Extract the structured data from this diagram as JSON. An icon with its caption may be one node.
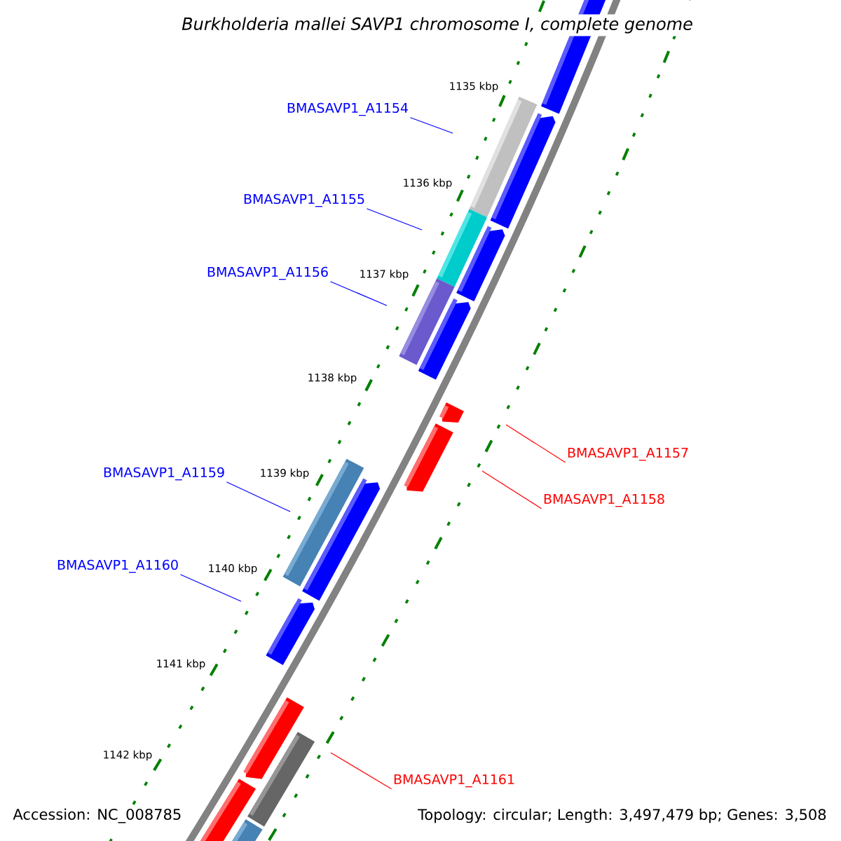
{
  "diagram": {
    "title": "Burkholderia mallei SAVP1 chromosome I, complete genome",
    "nodes": [
      {
        "text": [
          "BMASAVP1_A1154"
        ]
      },
      {
        "text": [
          "BMASAVP1_A1155"
        ]
      },
      {
        "text": [
          "BMASAVP1_A1156"
        ]
      },
      {
        "text": [
          "BMASAVP1_A1157"
        ]
      },
      {
        "text": [
          "BMASAVP1_A1158"
        ]
      },
      {
        "text": [
          "BMASAVP1_A1159"
        ]
      },
      {
        "text": [
          "BMASAVP1_A1160"
        ]
      },
      {
        "text": [
          "BMASAVP1_A1161"
        ]
      }
    ],
    "edges": [
      {
        "from": 0,
        "to": null,
        "arrow": "none"
      },
      {
        "from": 1,
        "to": null,
        "arrow": "none"
      },
      {
        "from": 2,
        "to": null,
        "arrow": "none"
      },
      {
        "from": 3,
        "to": null,
        "arrow": "none",
        "color": "#ff0000"
      },
      {
        "from": 4,
        "to": null,
        "arrow": "none",
        "color": "#ff0000"
      },
      {
        "from": 5,
        "to": null,
        "arrow": "none"
      },
      {
        "from": 6,
        "to": null,
        "arrow": "none"
      },
      {
        "from": 7,
        "to": null,
        "arrow": "none",
        "color": "#ff0000"
      }
    ],
    "labels": [
      "1135 kbp",
      "1136 kbp",
      "1137 kbp",
      "1138 kbp",
      "1139 kbp",
      "1140 kbp",
      "1141 kbp",
      "1142 kbp",
      "Accession: NC_008785",
      "Topology: circular; Length: 3,497,479 bp; Genes: 3,508"
    ]
  }
}
